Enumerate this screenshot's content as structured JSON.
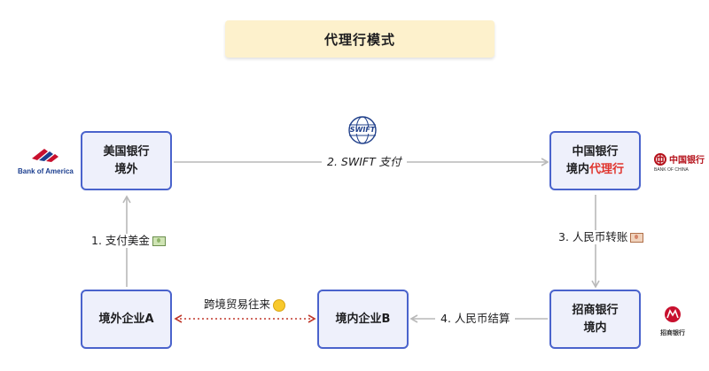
{
  "title": "代理行模式",
  "nodes": {
    "boa": {
      "line1": "美国银行",
      "line2": "境外"
    },
    "boc": {
      "line1": "中国银行",
      "line2a": "境内",
      "line2b": "代理行"
    },
    "foreign_co": {
      "label": "境外企业A"
    },
    "domestic_co": {
      "label": "境内企业B"
    },
    "cmb": {
      "line1": "招商银行",
      "line2": "境内"
    }
  },
  "edges": {
    "swift": "2. SWIFT 支付",
    "pay_usd": "1. 支付美金",
    "rmb_transfer": "3. 人民币转账",
    "trade": "跨境贸易往来",
    "rmb_settle": "4. 人民币结算"
  },
  "logos": {
    "boa": "Bank of America",
    "swift": "SWIFT",
    "boc_cn": "中国银行",
    "boc_en": "BANK OF CHINA",
    "cmb": "招商银行"
  },
  "colors": {
    "node_border": "#4a63cc",
    "node_fill": "#eef0fb",
    "title_fill": "#fdf1cc",
    "arrow": "#b9b9b9",
    "trade_arrow": "#c0392b",
    "highlight": "#e0352e"
  }
}
